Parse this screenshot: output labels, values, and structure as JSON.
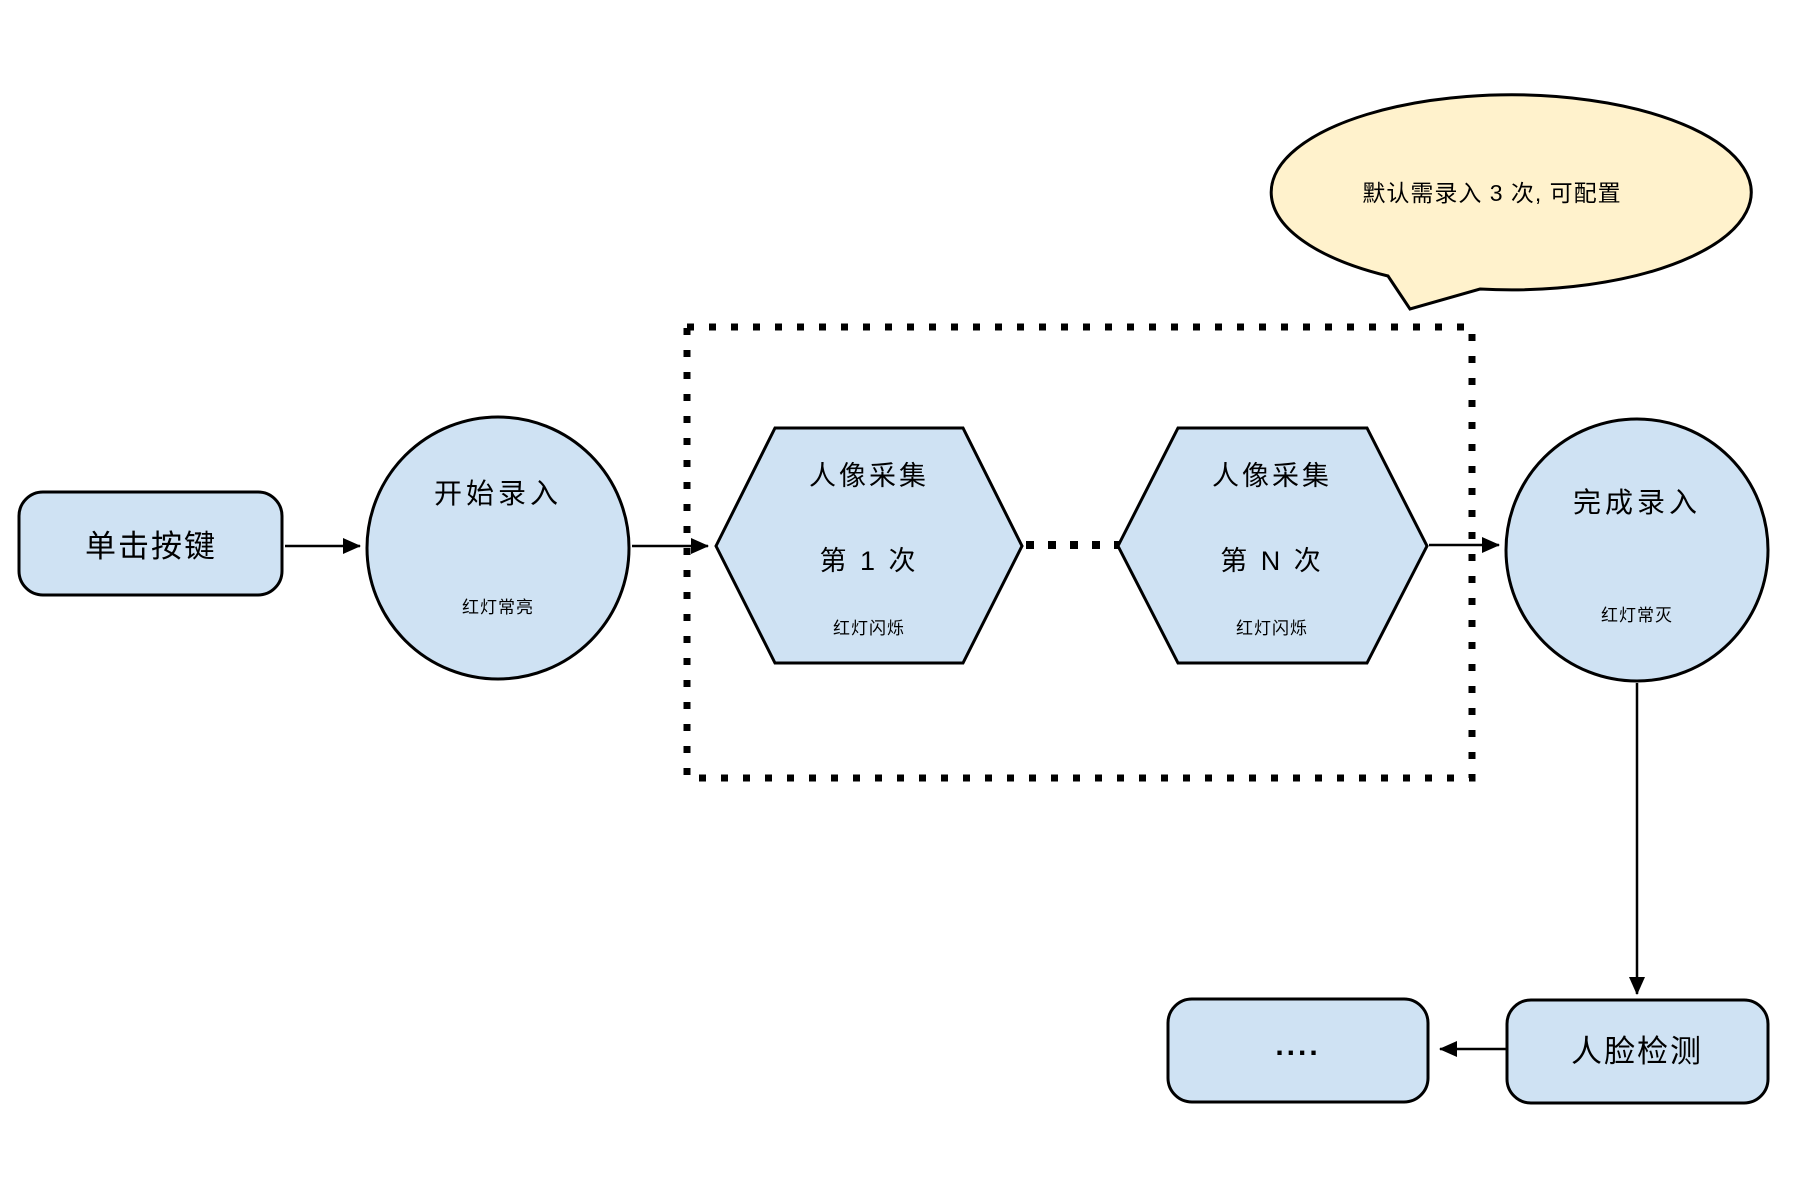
{
  "colors": {
    "node_fill": "#cfe2f3",
    "callout_fill": "#fff2cc",
    "stroke": "#000000",
    "background": "#ffffff"
  },
  "callout": {
    "text": "默认需录入 3 次, 可配置"
  },
  "nodes": {
    "click_button": {
      "label": "单击按键"
    },
    "start_enroll": {
      "title": "开始录入",
      "status": "红灯常亮"
    },
    "capture_1": {
      "line1": "人像采集",
      "line2": "第 1 次",
      "status": "红灯闪烁"
    },
    "capture_n": {
      "line1": "人像采集",
      "line2": "第 N 次",
      "status": "红灯闪烁"
    },
    "finish_enroll": {
      "title": "完成录入",
      "status": "红灯常灭"
    },
    "face_detect": {
      "label": "人脸检测"
    },
    "more": {
      "label": "...."
    }
  }
}
